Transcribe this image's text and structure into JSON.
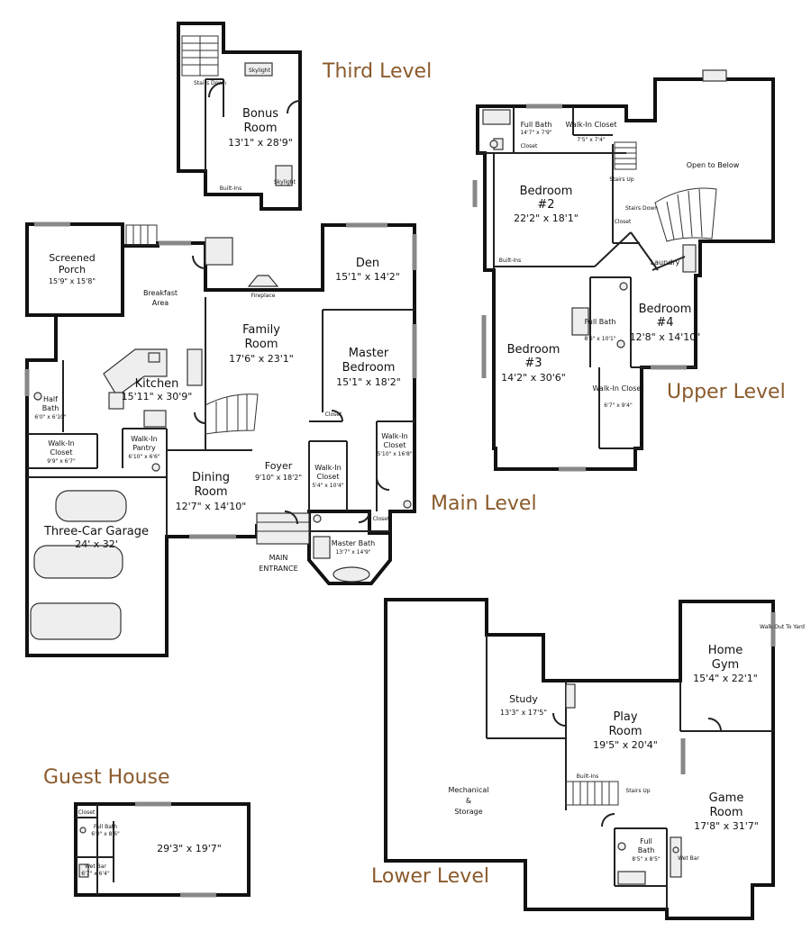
{
  "levels": {
    "third": "Third Level",
    "upper": "Upper Level",
    "main": "Main Level",
    "lower": "Lower Level",
    "guest": "Guest House"
  },
  "third_level": {
    "bonus_room": {
      "name1": "Bonus",
      "name2": "Room",
      "dim": "13'1\" x 28'9\""
    },
    "stairs_down": "Stairs Down",
    "skylight": "Skylight",
    "built_ins": "Built-Ins"
  },
  "upper_level": {
    "full_bath_top": {
      "name": "Full Bath",
      "dim": "14'7\" x 7'9\""
    },
    "walkin_closet_top": {
      "name": "Walk-In Closet",
      "dim": "7'5\" x 7'4\""
    },
    "closet": "Closet",
    "bedroom2": {
      "name": "Bedroom",
      "num": "#2",
      "dim": "22'2\" x 18'1\""
    },
    "open_below": "Open to Below",
    "stairs_up": "Stairs Up",
    "stairs_down": "Stairs Down",
    "built_ins": "Built-Ins",
    "laundry": "Laundry",
    "bedroom3": {
      "name": "Bedroom",
      "num": "#3",
      "dim": "14'2\" x 30'6\""
    },
    "full_bath_mid": {
      "name": "Full Bath",
      "dim": "8'6\" x 10'1\""
    },
    "bedroom4": {
      "name": "Bedroom",
      "num": "#4",
      "dim": "12'8\" x 14'10\""
    },
    "walkin_closet_mid": {
      "name": "Walk-In Closet",
      "dim": "6'7\" x 9'4\""
    }
  },
  "main_level": {
    "screened_porch": {
      "name1": "Screened",
      "name2": "Porch",
      "dim": "15'9\" x 15'8\""
    },
    "breakfast": {
      "name1": "Breakfast",
      "name2": "Area"
    },
    "fireplace": "Fireplace",
    "family_room": {
      "name1": "Family",
      "name2": "Room",
      "dim": "17'6\" x 23'1\""
    },
    "den": {
      "name": "Den",
      "dim": "15'1\" x 14'2\""
    },
    "master_bedroom": {
      "name1": "Master",
      "name2": "Bedroom",
      "dim": "15'1\" x 18'2\""
    },
    "kitchen": {
      "name": "Kitchen",
      "dim": "15'11\" x 30'9\""
    },
    "half_bath": {
      "name1": "Half",
      "name2": "Bath",
      "dim": "6'0\" x 6'10\""
    },
    "walkin_closet_left": {
      "name1": "Walk-In",
      "name2": "Closet",
      "dim": "9'9\" x 6'7\""
    },
    "walkin_pantry": {
      "name1": "Walk-In",
      "name2": "Pantry",
      "dim": "6'10\" x 6'6\""
    },
    "closet": "Closet",
    "walkin_closet_right": {
      "name1": "Walk-In",
      "name2": "Closet",
      "dim": "5'10\" x 16'8\""
    },
    "walkin_closet_center": {
      "name1": "Walk-In",
      "name2": "Closet",
      "dim": "5'4\" x 10'4\""
    },
    "dining": {
      "name1": "Dining",
      "name2": "Room",
      "dim": "12'7\" x 14'10\""
    },
    "foyer": {
      "name": "Foyer",
      "dim": "9'10\" x 18'2\""
    },
    "garage": {
      "name": "Three-Car Garage",
      "dim": "24' x 32'"
    },
    "master_bath": {
      "name": "Master Bath",
      "dim": "13'7\" x 14'9\""
    },
    "closet2": "Closet",
    "entrance1": "MAIN",
    "entrance2": "ENTRANCE"
  },
  "lower_level": {
    "study": {
      "name": "Study",
      "dim": "13'3\" x 17'5\""
    },
    "play_room": {
      "name1": "Play",
      "name2": "Room",
      "dim": "19'5\" x 20'4\""
    },
    "home_gym": {
      "name1": "Home",
      "name2": "Gym",
      "dim": "15'4\" x 22'1\""
    },
    "walk_out": "Walk Out To Yard",
    "mechanical": {
      "line1": "Mechanical",
      "line2": "&",
      "line3": "Storage"
    },
    "game_room": {
      "name1": "Game",
      "name2": "Room",
      "dim": "17'8\" x 31'7\""
    },
    "full_bath": {
      "name1": "Full",
      "name2": "Bath",
      "dim": "8'5\" x 8'5\""
    },
    "built_ins": "Built-Ins",
    "stairs_up": "Stairs Up",
    "wet_bar": "Wet Bar"
  },
  "guest_house": {
    "dim": "29'3\" x 19'7\"",
    "closet": "Closet",
    "full_bath": "Full Bath",
    "full_bath_dim": "6'0\" x 8'6\"",
    "wet_bar": "Wet Bar",
    "wet_bar_dim": "6'7\" x 6'4\""
  }
}
